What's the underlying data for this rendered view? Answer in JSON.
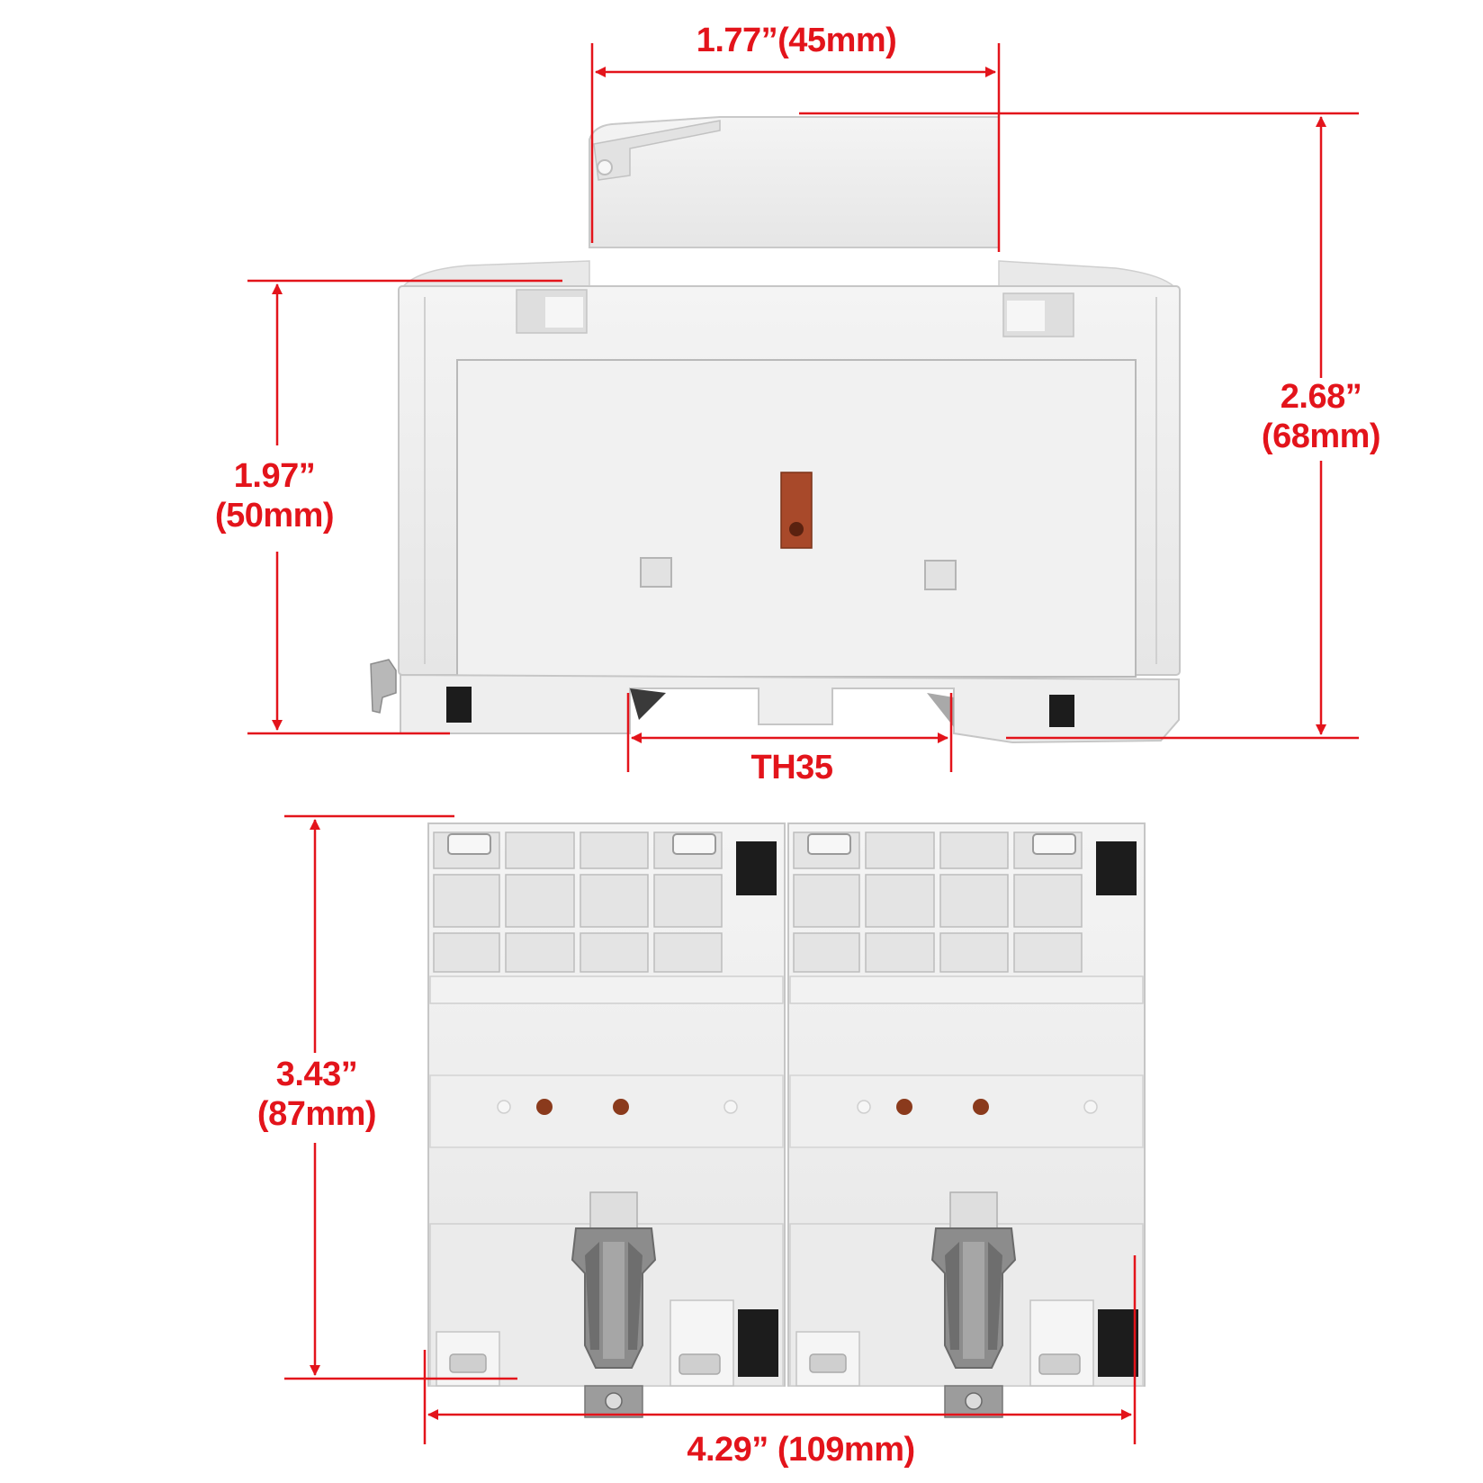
{
  "colors": {
    "dimension": "#e3141b",
    "housing": "#ececec",
    "housing_shadow": "#d4d4d4",
    "outline": "#c4c4c4",
    "dark_slot": "#1c1c1c",
    "indicator": "#a8492a",
    "clip": "#8a8a8a"
  },
  "dimensions": {
    "top_width": "1.77”(45mm)",
    "right_height": {
      "inch": "2.68”",
      "mm": "(68mm)"
    },
    "left_height": {
      "inch": "1.97”",
      "mm": "(50mm)"
    },
    "rail": "TH35",
    "bottom_depth": {
      "inch": "3.43”",
      "mm": "(87mm)"
    },
    "bottom_width": "4.29” (109mm)"
  }
}
